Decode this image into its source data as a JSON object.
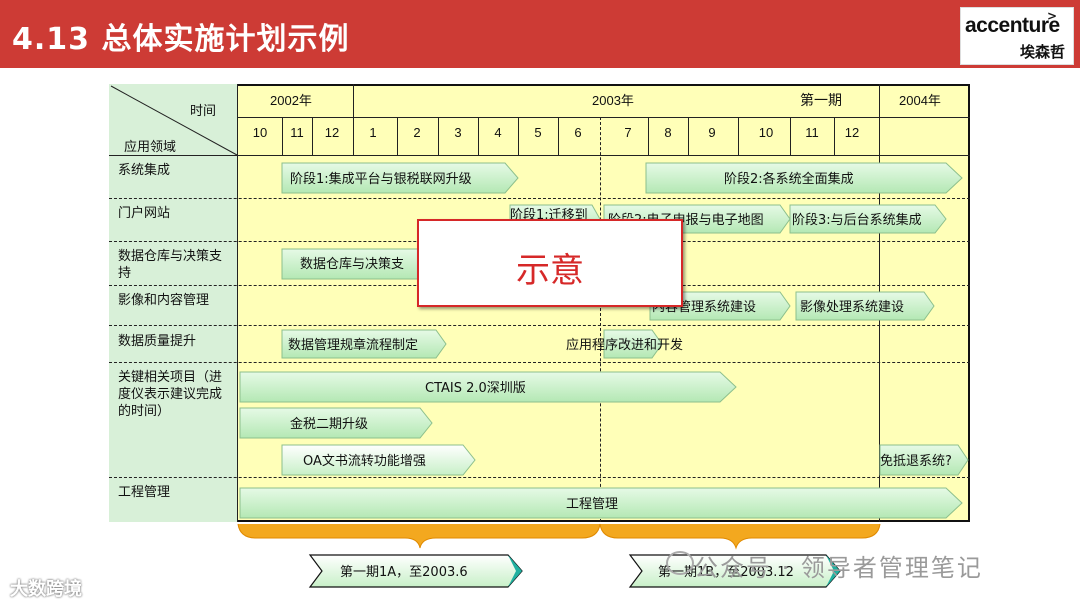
{
  "slide": {
    "title": "4.13 总体实施计划示例"
  },
  "logo": {
    "name": "accenture",
    "chinese_name": "埃森哲",
    "mark": ">"
  },
  "table": {
    "corner_top": "时间",
    "corner_bottom": "应用领域",
    "years": [
      "2002年",
      "2003年",
      "2004年"
    ],
    "phase_label": "第一期",
    "months": [
      "10",
      "11",
      "12",
      "1",
      "2",
      "3",
      "4",
      "5",
      "6",
      "7",
      "8",
      "9",
      "10",
      "11",
      "12"
    ],
    "rows": [
      {
        "label": "系统集成"
      },
      {
        "label": "门户网站"
      },
      {
        "label": "数据仓库与决策支持"
      },
      {
        "label": "影像和内容管理"
      },
      {
        "label": "数据质量提升"
      },
      {
        "label": "关键相关项目（进度仪表示建议完成的时间）"
      },
      {
        "label": "工程管理"
      }
    ],
    "bars": [
      "阶段1:集成平台与银税联网升级",
      "阶段2:各系统全面集成",
      "阶段1:迁移到",
      "阶段2:电子申报与电子地图",
      "阶段3:与后台系统集成",
      "数据仓库与决策支",
      "内容管理系统建设",
      "影像处理系统建设",
      "数据管理规章流程制定",
      "应用程序改进和开发",
      "CTAIS 2.0深圳版",
      "金税二期升级",
      "OA文书流转功能增强",
      "免抵退系统?",
      "工程管理"
    ]
  },
  "overlay": {
    "text": "示意"
  },
  "milestones": [
    "第一期1A，至2003.6",
    "第一期1B，至2003.12"
  ],
  "watermarks": {
    "left": "大数跨境",
    "right": "公众号 · 领导者管理笔记"
  },
  "colors": {
    "header": "#cd3b35",
    "grid_bg": "#ffffb8",
    "label_bg": "#d8f0d8",
    "bar": "#c8f0c8",
    "bracket": "#f0a020"
  }
}
